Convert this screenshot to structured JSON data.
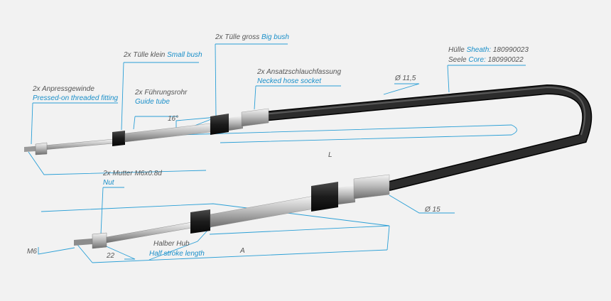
{
  "colors": {
    "accent": "#1a8fc9",
    "leader": "#2a9fd6",
    "text": "#555555",
    "background": "#f2f2f2",
    "sheath": "#222222",
    "steel": "#c8c8c8"
  },
  "labels": {
    "anpress_de": "2x Anpressgewinde",
    "anpress_en": "Pressed-on threaded fitting",
    "small_bush_de": "2x Tülle klein",
    "small_bush_en": "Small bush",
    "guide_tube_de": "2x Führungsrohr",
    "guide_tube_en": "Guide tube",
    "big_bush_de": "2x Tülle gross",
    "big_bush_en": "Big bush",
    "hose_socket_de": "2x Ansatzschlauchfassung",
    "hose_socket_en": "Necked hose socket",
    "sheath_de": "Hülle",
    "sheath_en": "Sheath:",
    "sheath_part": "180990023",
    "core_de": "Seele",
    "core_en": "Core:",
    "core_part": "180990022",
    "nut_de": "2x Mutter M6x0.8d",
    "nut_en": "Nut",
    "half_stroke_de": "Halber Hub",
    "half_stroke_en": "Half stroke length"
  },
  "dimensions": {
    "angle": "16°",
    "diameter_small": "Ø 11,5",
    "diameter_large": "Ø 15",
    "length": "L",
    "thread": "M6",
    "thread_length": "22",
    "stroke": "A"
  }
}
